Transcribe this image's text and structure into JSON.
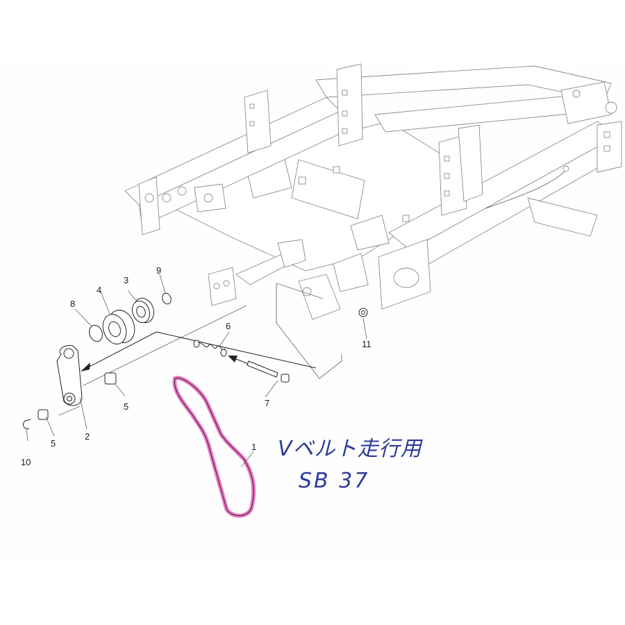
{
  "annotation": {
    "line1": "Vベルト走行用",
    "line2": "SB 37",
    "ink_color": "#2b3a9a"
  },
  "callouts": [
    {
      "id": "1",
      "text": "1"
    },
    {
      "id": "2",
      "text": "2"
    },
    {
      "id": "3",
      "text": "3"
    },
    {
      "id": "4",
      "text": "4"
    },
    {
      "id": "5a",
      "text": "5"
    },
    {
      "id": "5b",
      "text": "5"
    },
    {
      "id": "6",
      "text": "6"
    },
    {
      "id": "7",
      "text": "7"
    },
    {
      "id": "8",
      "text": "8"
    },
    {
      "id": "9",
      "text": "9"
    },
    {
      "id": "10",
      "text": "10"
    },
    {
      "id": "11",
      "text": "11"
    }
  ],
  "colors": {
    "belt_highlight": "#f07ac8",
    "line": "#222222",
    "frame_line": "#8a8a8a"
  }
}
